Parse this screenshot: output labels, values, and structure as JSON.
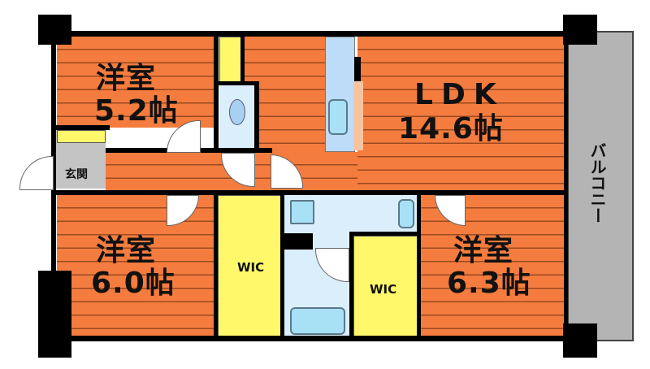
{
  "rooms": {
    "western1": {
      "name": "洋室",
      "size": "5.2帖"
    },
    "ldk": {
      "name": "LDK",
      "size": "14.6帖"
    },
    "western2": {
      "name": "洋室",
      "size": "6.0帖"
    },
    "western3": {
      "name": "洋室",
      "size": "6.3帖"
    },
    "entrance": "玄関",
    "wic1": "WIC",
    "wic2": "WIC",
    "balcony": "バルコニー"
  },
  "colors": {
    "floor": "#f47c3e",
    "closet": "#fff86a",
    "wet": "#dbeefc",
    "wall": "#000000",
    "balcony": "#b4b4b4"
  }
}
